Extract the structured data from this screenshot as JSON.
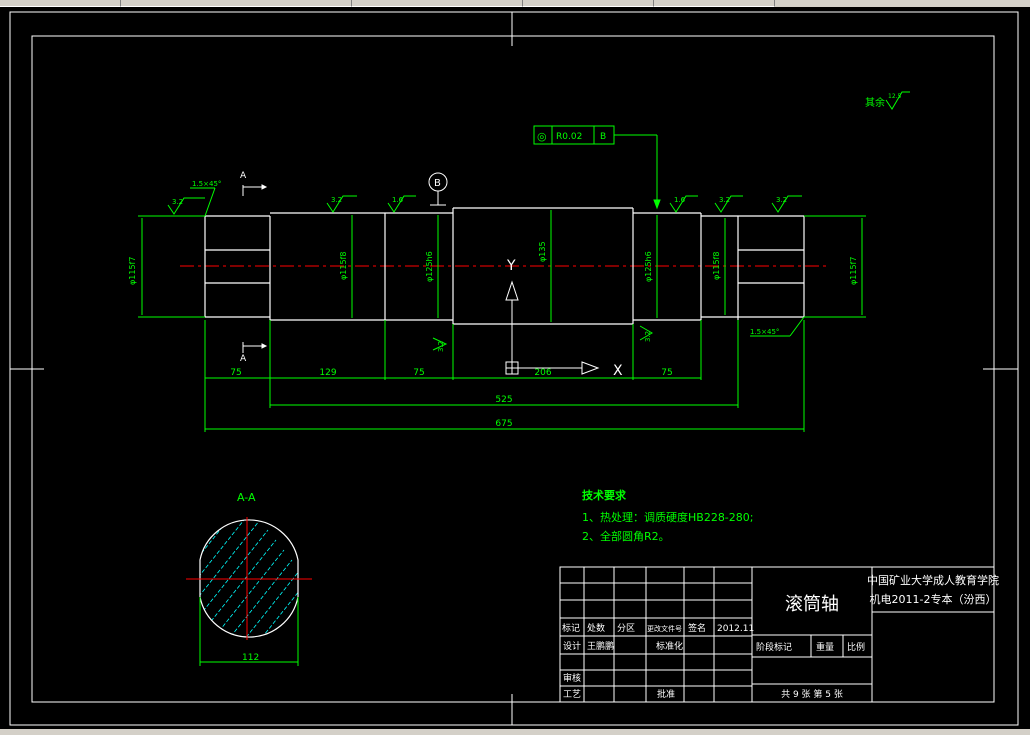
{
  "drawing": {
    "title": "滚筒轴",
    "other_roughness_label": "其余",
    "other_roughness_value": "12.5",
    "section_label": "A-A",
    "section_dim": "112",
    "datum_label": "B",
    "tolerance": {
      "symbol": "◎",
      "value": "R0.02",
      "datum": "B"
    },
    "chamfer_left": "1.5×45°",
    "chamfer_right": "1.5×45°",
    "cut_marks": [
      "A",
      "A"
    ],
    "roughness": [
      "3.2",
      "3.2",
      "1.6",
      "1.6",
      "3.2",
      "3.2",
      "3.2",
      "3.2"
    ],
    "dia_labels": [
      "φ115f7",
      "φ115f8",
      "φ125h6",
      "φ135",
      "φ125h6",
      "φ115f8",
      "φ115f7"
    ],
    "dims": {
      "d1": "75",
      "d2": "129",
      "d3": "75",
      "d4": "206",
      "d5": "75",
      "total_inner": "525",
      "total": "675"
    },
    "axis_labels": {
      "y": "Y",
      "x": "X"
    }
  },
  "tech_requirements": {
    "heading": "技术要求",
    "item1": "1、热处理：调质硬度HB228-280;",
    "item2": "2、全部圆角R2。"
  },
  "title_block": {
    "school_line1": "中国矿业大学成人教育学院",
    "school_line2": "机电2011-2专本（汾西）",
    "part_name": "滚筒轴",
    "header_row": [
      "标记",
      "处数",
      "分区",
      "更改文件号",
      "签名",
      "2012.11"
    ],
    "design_label": "设计",
    "designer": "王鹏鹏",
    "standard_label": "标准化",
    "stage_label": "阶段标记",
    "weight_label": "重量",
    "scale_label": "比例",
    "review_label": "审核",
    "process_label": "工艺",
    "approve_label": "批准",
    "sheet_info": "共 9 张  第 5 张"
  },
  "colors": {
    "line": "#ffffff",
    "dim": "#00ff00",
    "center": "#ff0000",
    "hatch": "#00ffff",
    "text": "#00ff00"
  }
}
